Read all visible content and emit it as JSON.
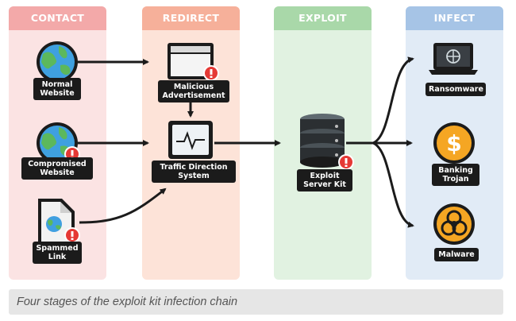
{
  "columns": {
    "contact": "CONTACT",
    "redirect": "REDIRECT",
    "exploit": "EXPLOIT",
    "infect": "INFECT"
  },
  "nodes": {
    "normal_website": [
      "Normal",
      "Website"
    ],
    "compromised_website": [
      "Compromised",
      "Website"
    ],
    "spammed_link": [
      "Spammed",
      "Link"
    ],
    "malicious_ad": [
      "Malicious",
      "Advertisement"
    ],
    "tds": [
      "Traffic Direction",
      "System"
    ],
    "exploit_kit": [
      "Exploit",
      "Server Kit"
    ],
    "ransomware": "Ransomware",
    "banking_trojan": [
      "Banking",
      "Trojan"
    ],
    "malware": "Malware"
  },
  "caption": "Four stages of the exploit kit infection chain",
  "colors": {
    "contact_head": "#f3a9a9",
    "redirect_head": "#f6b09a",
    "exploit_head": "#a9d8a9",
    "infect_head": "#a6c4e6",
    "alert": "#e53935",
    "label_bg": "#1b1b1b"
  }
}
